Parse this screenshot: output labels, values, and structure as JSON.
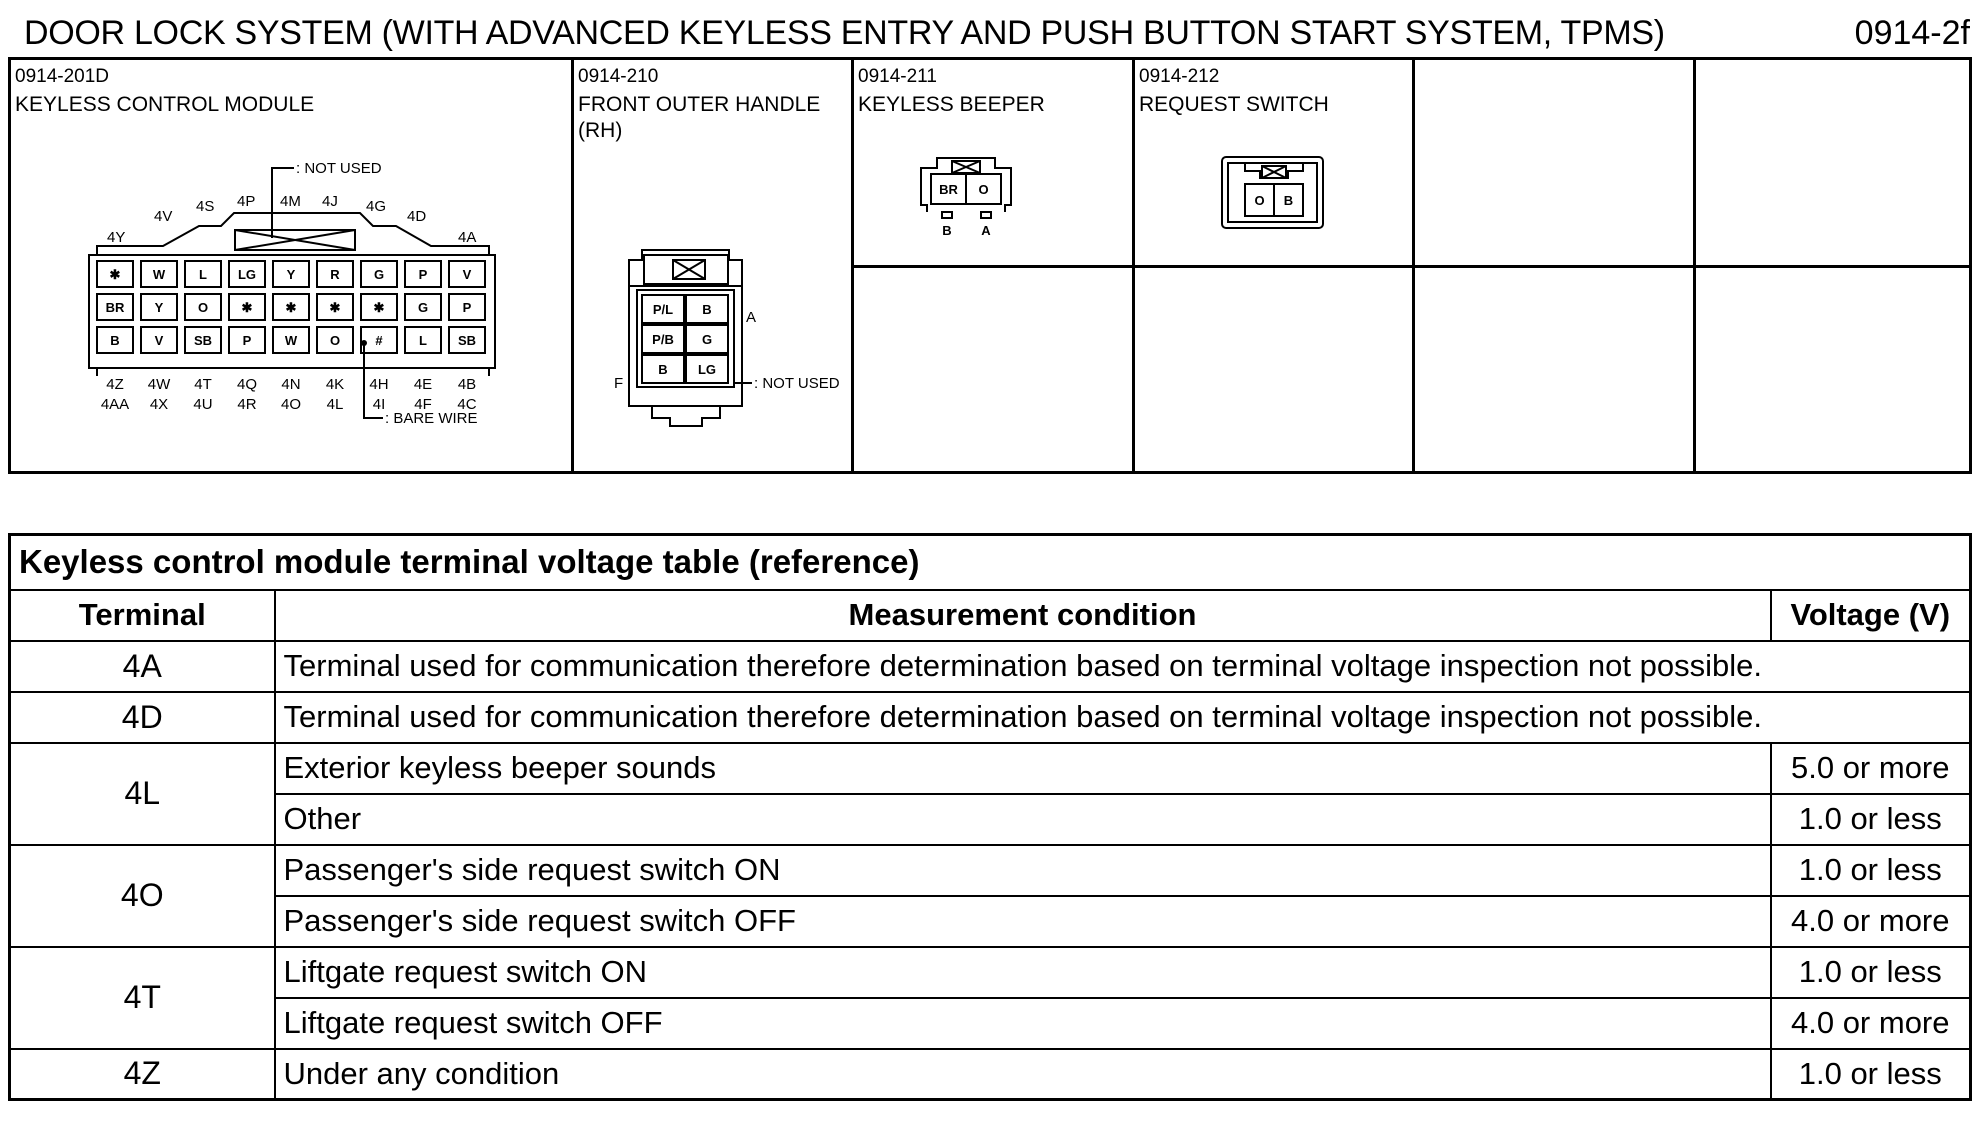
{
  "header": {
    "title": "DOOR LOCK SYSTEM (WITH ADVANCED KEYLESS ENTRY AND PUSH BUTTON START SYSTEM, TPMS)",
    "page_code": "0914-2f"
  },
  "connectors": [
    {
      "code": "0914-201D",
      "name": "KEYLESS CONTROL MODULE",
      "not_used_label": ": NOT USED",
      "bare_wire_label": ": BARE WIRE",
      "top_pin_labels": [
        "4Y",
        "4V",
        "4S",
        "4P",
        "4M",
        "4J",
        "4G",
        "4D",
        "4A"
      ],
      "rows": [
        [
          "✱",
          "W",
          "L",
          "LG",
          "Y",
          "R",
          "G",
          "P",
          "V"
        ],
        [
          "BR",
          "Y",
          "O",
          "✱",
          "✱",
          "✱",
          "✱",
          "G",
          "P"
        ],
        [
          "B",
          "V",
          "SB",
          "P",
          "W",
          "O",
          "#",
          "L",
          "SB"
        ]
      ],
      "bottom_pin_labels_1": [
        "4Z",
        "4W",
        "4T",
        "4Q",
        "4N",
        "4K",
        "4H",
        "4E",
        "4B"
      ],
      "bottom_pin_labels_2": [
        "4AA",
        "4X",
        "4U",
        "4R",
        "4O",
        "4L",
        "4I",
        "4F",
        "4C"
      ]
    },
    {
      "code": "0914-210",
      "name": "FRONT OUTER HANDLE\n(RH)",
      "not_used_label": ": NOT USED",
      "pin_label_a": "A",
      "pin_label_f": "F",
      "rows": [
        [
          "P/L",
          "B"
        ],
        [
          "P/B",
          "G"
        ],
        [
          "B",
          "LG"
        ]
      ]
    },
    {
      "code": "0914-211",
      "name": "KEYLESS BEEPER",
      "pins": [
        "BR",
        "O"
      ],
      "pin_labels": [
        "B",
        "A"
      ]
    },
    {
      "code": "0914-212",
      "name": "REQUEST SWITCH",
      "pins": [
        "O",
        "B"
      ]
    }
  ],
  "table": {
    "caption": "Keyless control module terminal voltage table (reference)",
    "headers": [
      "Terminal",
      "Measurement condition",
      "Voltage (V)"
    ],
    "comm_text": "Terminal used for communication therefore determination based on terminal voltage inspection not possible.",
    "rows": [
      {
        "terminal": "4A"
      },
      {
        "terminal": "4D"
      },
      {
        "terminal": "4L",
        "conditions": [
          {
            "condition": "Exterior keyless beeper sounds",
            "voltage": "5.0 or more"
          },
          {
            "condition": "Other",
            "voltage": "1.0 or less"
          }
        ]
      },
      {
        "terminal": "4O",
        "conditions": [
          {
            "condition": "Passenger's side request switch ON",
            "voltage": "1.0 or less"
          },
          {
            "condition": "Passenger's side request switch OFF",
            "voltage": "4.0 or more"
          }
        ]
      },
      {
        "terminal": "4T",
        "conditions": [
          {
            "condition": "Liftgate request switch ON",
            "voltage": "1.0 or less"
          },
          {
            "condition": "Liftgate request switch OFF",
            "voltage": "4.0 or more"
          }
        ]
      },
      {
        "terminal": "4Z",
        "conditions": [
          {
            "condition": "Under any condition",
            "voltage": "1.0 or less"
          }
        ]
      }
    ]
  }
}
